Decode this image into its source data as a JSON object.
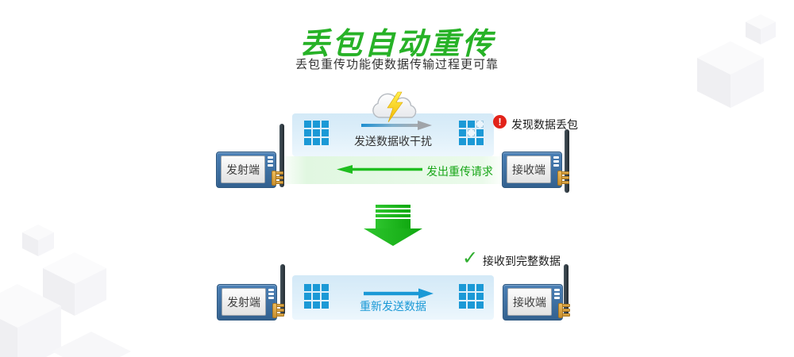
{
  "page": {
    "title": "丢包自动重传",
    "subtitle": "丢包重传功能使数据传输过程更可靠"
  },
  "colors": {
    "title_green": "#27b227",
    "packet_blue": "#1b99d6",
    "arrow_green": "#1fbe1f",
    "alert_red": "#e2231a",
    "device_frame_blue": "#3a6b9e",
    "antenna_dark": "#2f3a42",
    "connector_gold": "#e0a33e",
    "band_blue": "#ddeffa",
    "band_green": "#e7f9e7"
  },
  "icons": {
    "alert_glyph": "!",
    "check_glyph": "✓"
  },
  "scene_interference": {
    "transmitter_label": "发射端",
    "receiver_label": "接收端",
    "send_label": "发送数据收干扰",
    "alert_text": "发现数据丢包",
    "retry_label": "发出重传请求",
    "packets_per_grid": 9,
    "lost_cells_csv": "2,4"
  },
  "scene_resend": {
    "transmitter_label": "发射端",
    "receiver_label": "接收端",
    "resend_label": "重新发送数据",
    "success_text": "接收到完整数据",
    "packets_per_grid": 9,
    "lost_cells_csv": ""
  }
}
